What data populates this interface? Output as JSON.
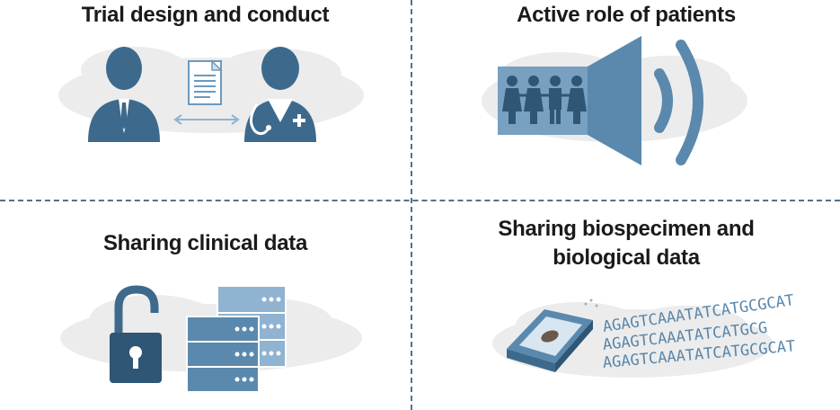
{
  "quadrants": [
    {
      "title": "Trial design and conduct"
    },
    {
      "title": "Active role of patients"
    },
    {
      "title": "Sharing clinical data"
    },
    {
      "title_line1": "Sharing biospecimen and",
      "title_line2": "biological data"
    }
  ],
  "dna": {
    "line1": "AGAGTCAAATATCATGCGCAT",
    "line2": "AGAGTCAAATATCATGCG",
    "line3": "AGAGTCAAATATCATGCGCAT"
  },
  "colors": {
    "icon_dark": "#3d6a8c",
    "icon_mid": "#5b89ad",
    "icon_light": "#8fb3d1",
    "cloud": "#ececec",
    "divider": "#4f7390"
  }
}
